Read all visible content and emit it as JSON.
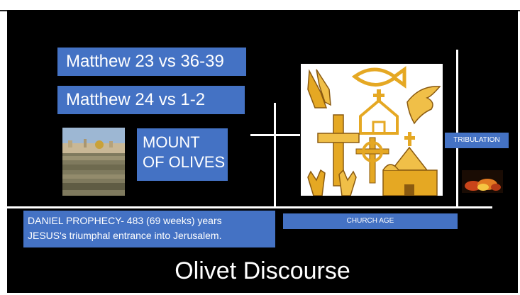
{
  "slide": {
    "title_line1": "Matthew 23 vs 36-39",
    "title_line2": "Matthew 24 vs  1-2",
    "mount_label": "MOUNT\nOF OLIVES",
    "daniel_line1": "DANIEL PROPHECY- 483 (69 weeks) years",
    "daniel_line2": "JESUS's triumphal entrance into Jerusalem.",
    "church_age": "CHURCH AGE",
    "tribulation": "TRIBULATION",
    "heading": "Olivet Discourse"
  },
  "colors": {
    "box_blue": "#4472c4",
    "background": "#000000",
    "gold": "#e5a823"
  },
  "icons": [
    "praying-hands-icon",
    "ichthys-fish-icon",
    "church-icon",
    "dove-icon",
    "cross-icon",
    "cross-circle-icon",
    "chapel-icon",
    "raised-hands-icon"
  ]
}
